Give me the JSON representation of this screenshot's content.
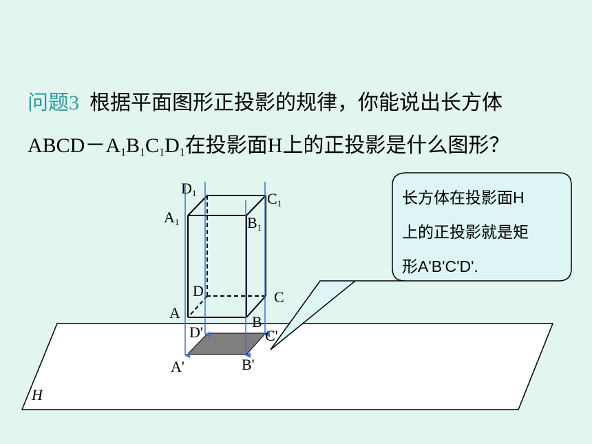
{
  "question": {
    "label": "问题3",
    "line1_rest": "根据平面图形正投影的规律，你能说出长方体",
    "line2_prefix": "ABCD－",
    "line2_suffix": "在投影面H上的正投影是什么图形？",
    "sub_index": "1"
  },
  "figure": {
    "labels": {
      "A1": "A",
      "B1": "B",
      "C1": "C",
      "D1": "D",
      "A": "A",
      "B": "B",
      "C": "C",
      "D": "D",
      "Ap": "A'",
      "Bp": "B'",
      "Cp": "C'",
      "Dp": "D'",
      "plane": "H",
      "sub": "1"
    }
  },
  "callout": {
    "line1": "长方体在投影面H",
    "line2": "上的正投影就是矩",
    "line3": "形A'B'C'D'."
  },
  "colors": {
    "background": "#e3f5ef",
    "question_label": "#2b9c9c",
    "projection_arrow": "#3b6fd9",
    "projection_fill": "#7f7f7f",
    "callout_fill": "#ddf5f5"
  }
}
